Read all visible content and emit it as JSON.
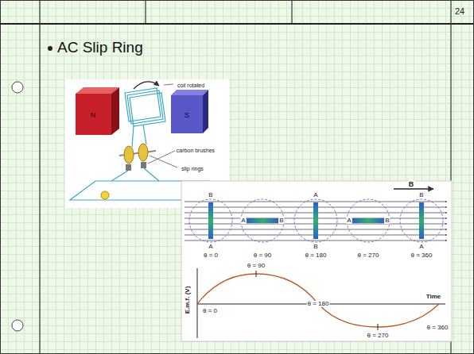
{
  "diagram": {
    "title": "AC Slip Ring",
    "labels": [
      "24",
      "coil rotated",
      "N",
      "S",
      "carbon brushes",
      "slip rings",
      "B",
      "A",
      "θ = 0",
      "A",
      "B",
      "θ = 90",
      "A",
      "B",
      "θ = 180",
      "A",
      "B",
      "θ = 270",
      "B",
      "A",
      "θ = 360",
      "B",
      "E.m.f. (V)",
      "θ = 90",
      "θ = 0",
      "θ = 180",
      "Time",
      "θ = 270",
      "θ = 360"
    ]
  }
}
